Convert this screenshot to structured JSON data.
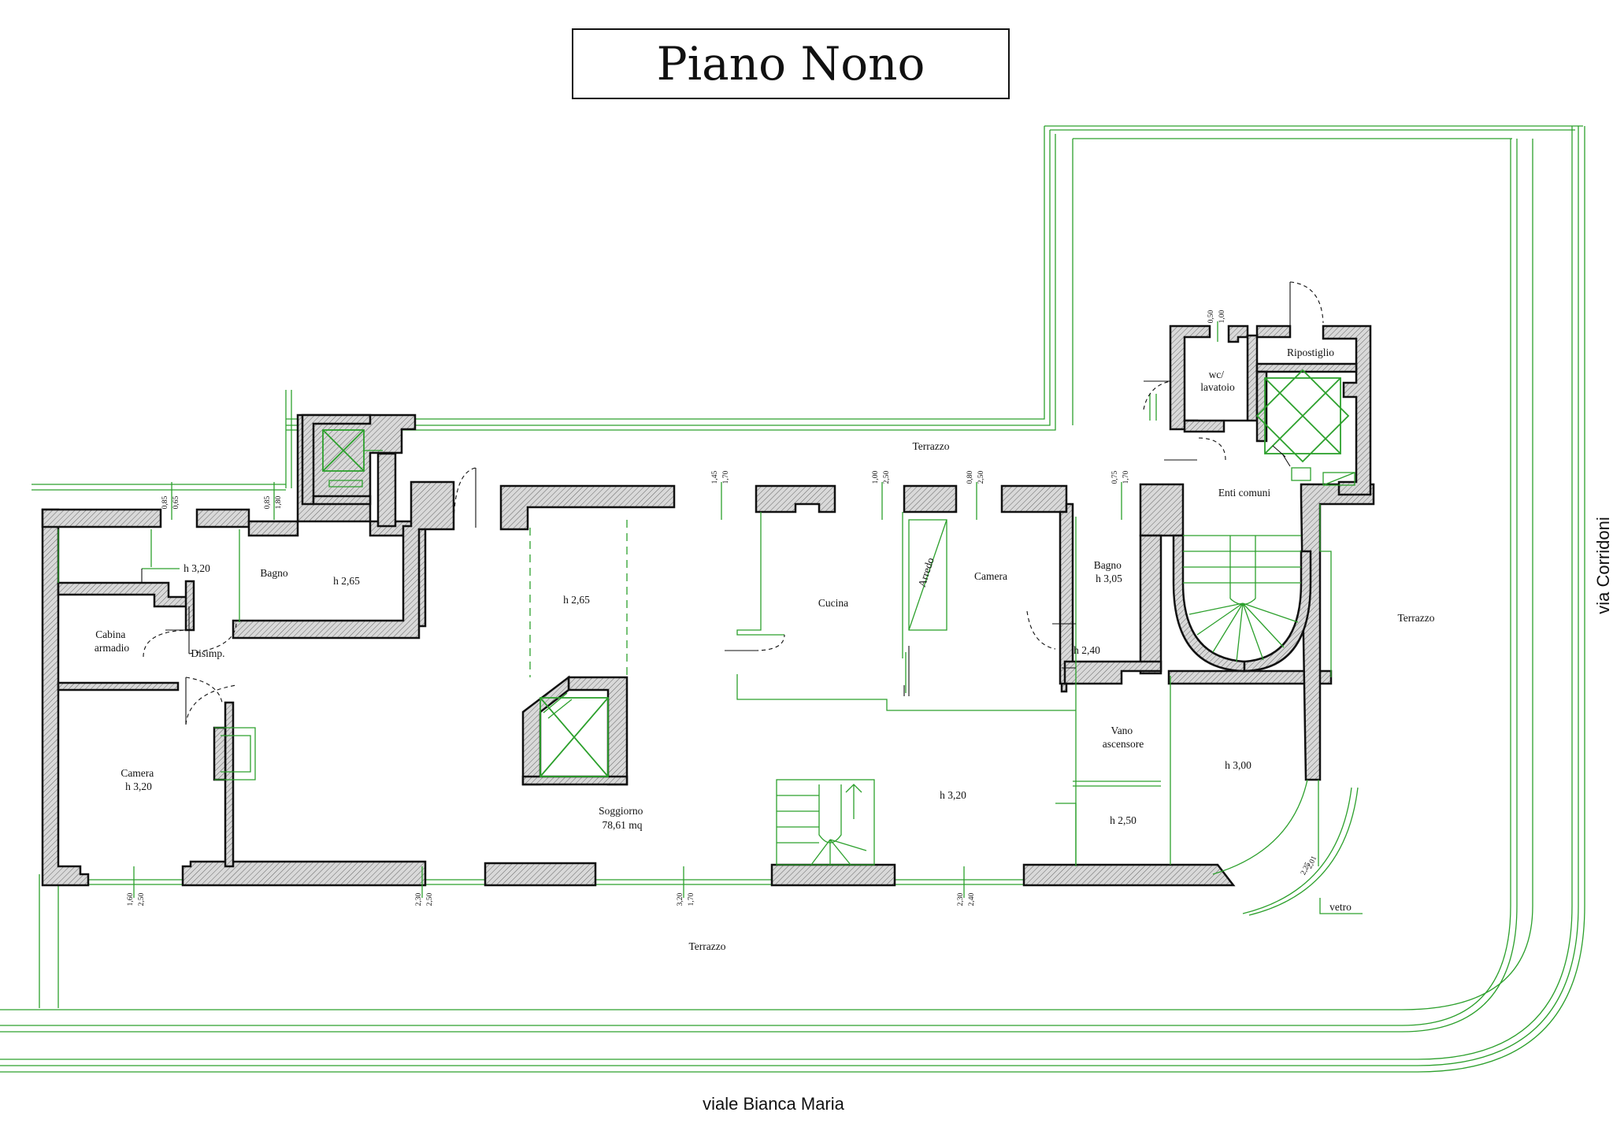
{
  "title": "Piano Nono",
  "streets": {
    "bottom": "viale Bianca Maria",
    "right": "via Corridoni"
  },
  "rooms": [
    {
      "name": "terrazzo-top",
      "lines": [
        "Terrazzo"
      ]
    },
    {
      "name": "terrazzo-bottom",
      "lines": [
        "Terrazzo"
      ]
    },
    {
      "name": "terrazzo-right",
      "lines": [
        "Terrazzo"
      ]
    },
    {
      "name": "bagno-left-h",
      "lines": [
        "h 3,20"
      ]
    },
    {
      "name": "bagno-left",
      "lines": [
        "Bagno"
      ]
    },
    {
      "name": "room-h265-a",
      "lines": [
        "h 2,65"
      ]
    },
    {
      "name": "cabina-armadio",
      "lines": [
        "Cabina",
        "armadio"
      ]
    },
    {
      "name": "disimpegno",
      "lines": [
        "Disimp."
      ]
    },
    {
      "name": "camera-left",
      "lines": [
        "Camera",
        "h 3,20"
      ]
    },
    {
      "name": "room-h265-b",
      "lines": [
        "h 2,65"
      ]
    },
    {
      "name": "soggiorno",
      "lines": [
        "Soggiorno",
        "78,61 mq"
      ]
    },
    {
      "name": "cucina",
      "lines": [
        "Cucina"
      ]
    },
    {
      "name": "arredo",
      "lines": [
        "Arredo"
      ]
    },
    {
      "name": "camera-right",
      "lines": [
        "Camera"
      ]
    },
    {
      "name": "bagno-right",
      "lines": [
        "Bagno",
        "h 3,05"
      ]
    },
    {
      "name": "room-h240",
      "lines": [
        "h 2,40"
      ]
    },
    {
      "name": "room-h320",
      "lines": [
        "h 3,20"
      ]
    },
    {
      "name": "vano-ascensore",
      "lines": [
        "Vano",
        "ascensore"
      ]
    },
    {
      "name": "room-h250",
      "lines": [
        "h 2,50"
      ]
    },
    {
      "name": "room-h300",
      "lines": [
        "h 3,00"
      ]
    },
    {
      "name": "enti-comuni",
      "lines": [
        "Enti comuni"
      ]
    },
    {
      "name": "wc-lavatoio",
      "lines": [
        "wc/",
        "lavatoio"
      ]
    },
    {
      "name": "ripostiglio",
      "lines": [
        "Ripostiglio"
      ]
    },
    {
      "name": "vetro",
      "lines": [
        "vetro"
      ]
    }
  ],
  "dimensions": [
    {
      "name": "dim-top-1",
      "top": "0,85",
      "bottom": "0,65"
    },
    {
      "name": "dim-top-2",
      "top": "0,85",
      "bottom": "1,80"
    },
    {
      "name": "dim-top-3",
      "top": "1,45",
      "bottom": "1,70"
    },
    {
      "name": "dim-top-4",
      "top": "1,00",
      "bottom": "2,50"
    },
    {
      "name": "dim-top-5",
      "top": "0,80",
      "bottom": "2,50"
    },
    {
      "name": "dim-top-6",
      "top": "0,75",
      "bottom": "1,70"
    },
    {
      "name": "dim-wc",
      "top": "0,50",
      "bottom": "1,00"
    },
    {
      "name": "dim-bottom-1",
      "top": "1,60",
      "bottom": "2,50"
    },
    {
      "name": "dim-bottom-2",
      "top": "2,30",
      "bottom": "2,50"
    },
    {
      "name": "dim-bottom-3",
      "top": "3,20",
      "bottom": "1,70"
    },
    {
      "name": "dim-bottom-4",
      "top": "2,30",
      "bottom": "2,40"
    },
    {
      "name": "dim-vetro",
      "top": "2,01",
      "bottom": "2,25"
    }
  ]
}
